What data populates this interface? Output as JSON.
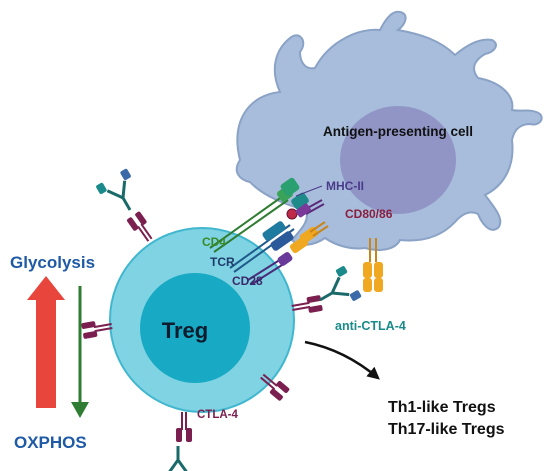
{
  "labels": {
    "apc": "Antigen-presenting cell",
    "mhc": "MHC-II",
    "cd80": "CD80/86",
    "cd4": "CD4",
    "tcr": "TCR",
    "cd28": "CD28",
    "treg": "Treg",
    "anti_ctla4": "anti-CTLA-4",
    "ctla4": "CTLA-4",
    "glycolysis": "Glycolysis",
    "oxphos": "OXPHOS",
    "th1": "Th1-like Tregs",
    "th17": "Th17-like Tregs"
  },
  "colors": {
    "glycolysis_arrow": "#e8453c",
    "oxphos_arrow": "#2e7d32",
    "metabolism_text": "#1f5aa6",
    "anti_ctla4_text": "#1b8a8a",
    "ctla4_text": "#7a1f4f",
    "cd80_text": "#8a1f40",
    "cd4_text": "#3a8a2a",
    "treg_cell": "#7fd3e3",
    "treg_nucleus": "#18a9c4",
    "apc_cell": "#a7bddb",
    "apc_nucleus": "#8c8ec2"
  }
}
